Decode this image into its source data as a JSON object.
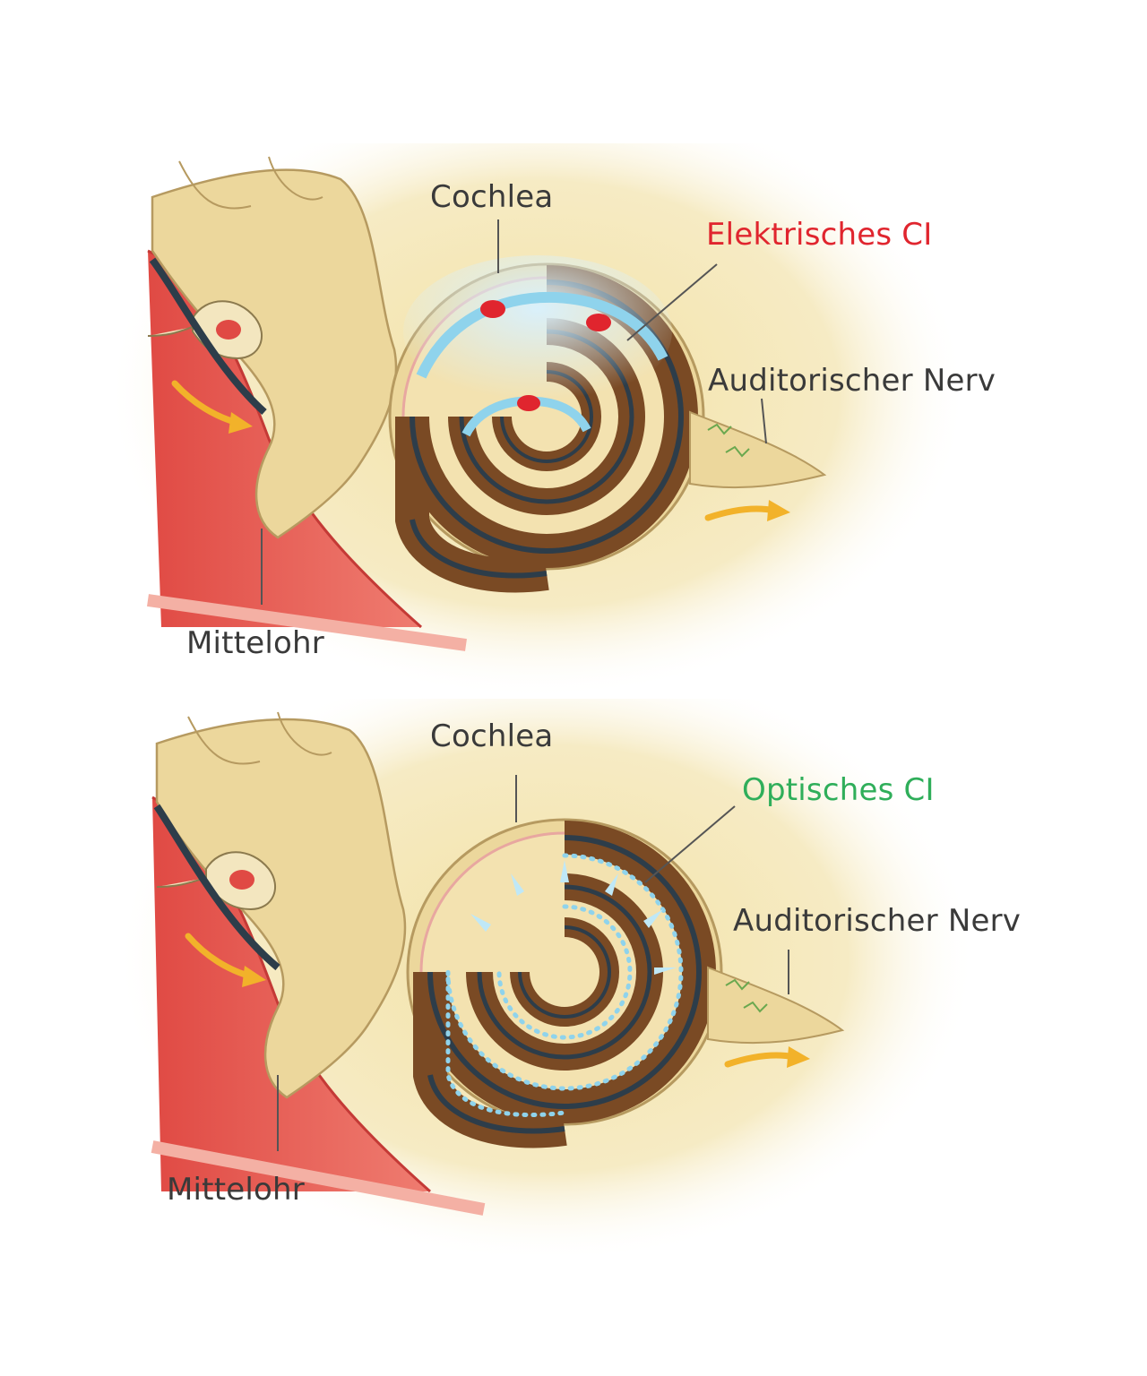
{
  "panels": [
    {
      "id": "electric",
      "labels": {
        "cochlea": "Cochlea",
        "implant": "Elektrisches CI",
        "nerve": "Auditorischer Nerv",
        "middle_ear": "Mittelohr"
      },
      "implant_color": "#e0252e"
    },
    {
      "id": "optical",
      "labels": {
        "cochlea": "Cochlea",
        "implant": "Optisches CI",
        "nerve": "Auditorischer Nerv",
        "middle_ear": "Mittelohr"
      },
      "implant_color": "#2fae5a"
    }
  ],
  "colors": {
    "bone": "#ecd79c",
    "bone_dark": "#c9b076",
    "tissue_red": "#e45a52",
    "cochlea_brown": "#7a4a24",
    "electrode_blue": "#8fd3ec",
    "arrow_yellow": "#f2b22a"
  }
}
